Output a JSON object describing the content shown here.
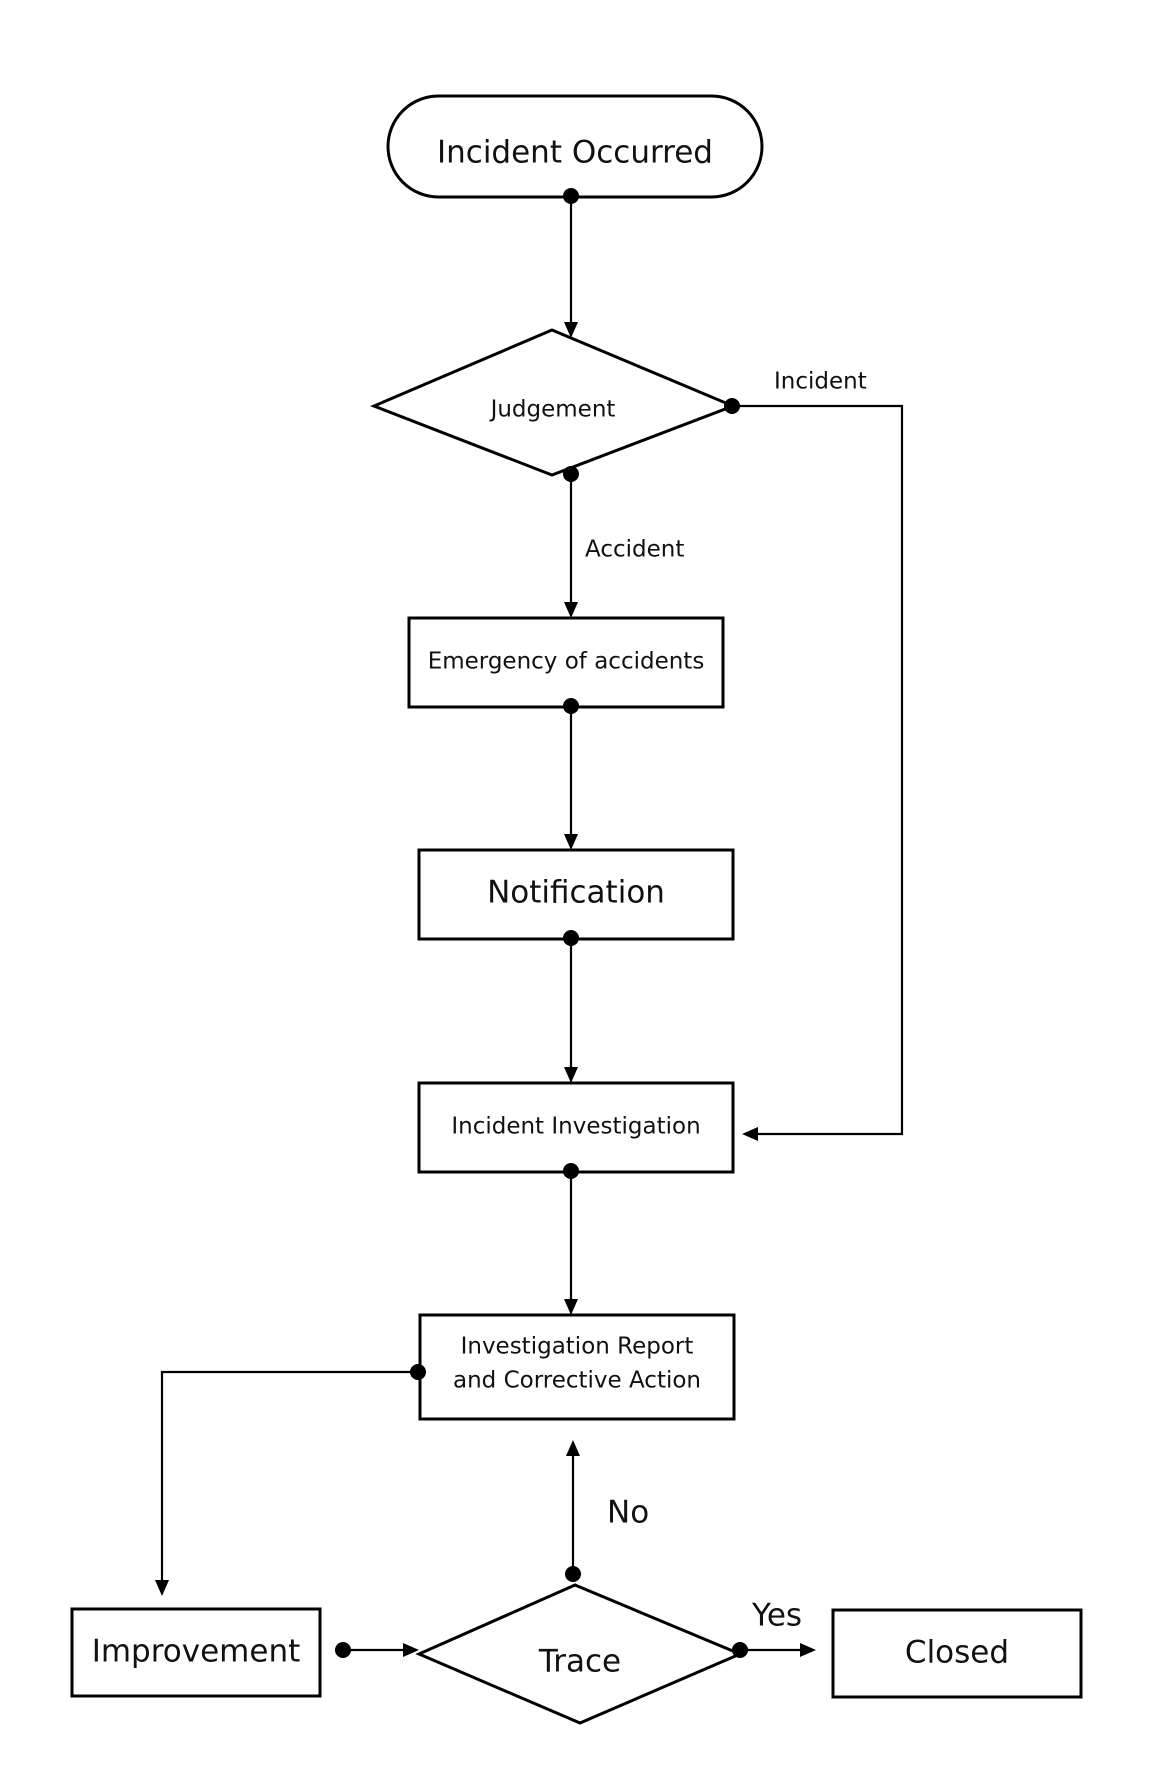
{
  "nodes": {
    "start": "Incident Occurred",
    "judgement": "Judgement",
    "emergency": "Emergency of accidents",
    "notification": "Notification",
    "investigation": "Incident Investigation",
    "report": [
      "Investigation Report",
      "and Corrective Action"
    ],
    "improvement": "Improvement",
    "trace": "Trace",
    "closed": "Closed"
  },
  "edges": {
    "judgement_right": "Incident",
    "judgement_down": "Accident",
    "trace_up": "No",
    "trace_right": "Yes"
  }
}
